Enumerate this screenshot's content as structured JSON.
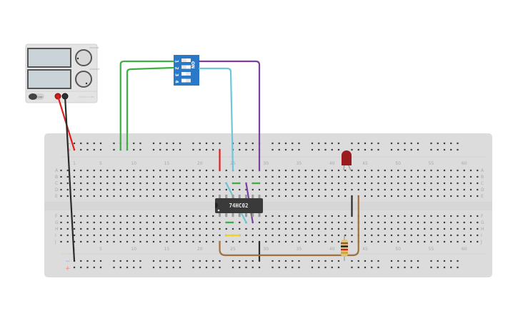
{
  "app": {
    "title": "Circuit simulator breadboard view"
  },
  "power_supply": {
    "name": "DC power supply",
    "display_top": "",
    "display_bottom": "",
    "knob_top_label": "VOLTAGE",
    "knob_bottom_label": "CURRENT",
    "power_button_label": "OFF",
    "brand": "POWER SUPPLY",
    "terminals": [
      "positive",
      "negative"
    ]
  },
  "dip_switch": {
    "label": "ON",
    "switches": [
      {
        "number": "1",
        "state": "on"
      },
      {
        "number": "2",
        "state": "on"
      },
      {
        "number": "3",
        "state": "off"
      },
      {
        "number": "4",
        "state": "off"
      }
    ],
    "color": "#2a78c8"
  },
  "breadboard": {
    "columns": 60,
    "column_labels": [
      "1",
      "5",
      "10",
      "15",
      "20",
      "25",
      "30",
      "35",
      "40",
      "45",
      "50",
      "55",
      "60"
    ],
    "row_labels_top": [
      "A",
      "B",
      "C",
      "D",
      "E"
    ],
    "row_labels_bottom": [
      "F",
      "G",
      "H",
      "I",
      "J"
    ],
    "rail_minus_symbol": "−",
    "rail_plus_symbol": "+"
  },
  "chip": {
    "part": "74HC02",
    "pins": 14
  },
  "led": {
    "color": "#9b1c1c",
    "name": "Red LED"
  },
  "resistor": {
    "bands": [
      "#8a5a2b",
      "#111111",
      "#d81f1f",
      "#c9a227"
    ]
  },
  "wire_colors": {
    "red": "#e02020",
    "black": "#2b2b2b",
    "green": "#3cb043",
    "cyan": "#6cc7d8",
    "purple": "#7b3f9e",
    "brown": "#a0703f",
    "yellow": "#f2d21b"
  }
}
